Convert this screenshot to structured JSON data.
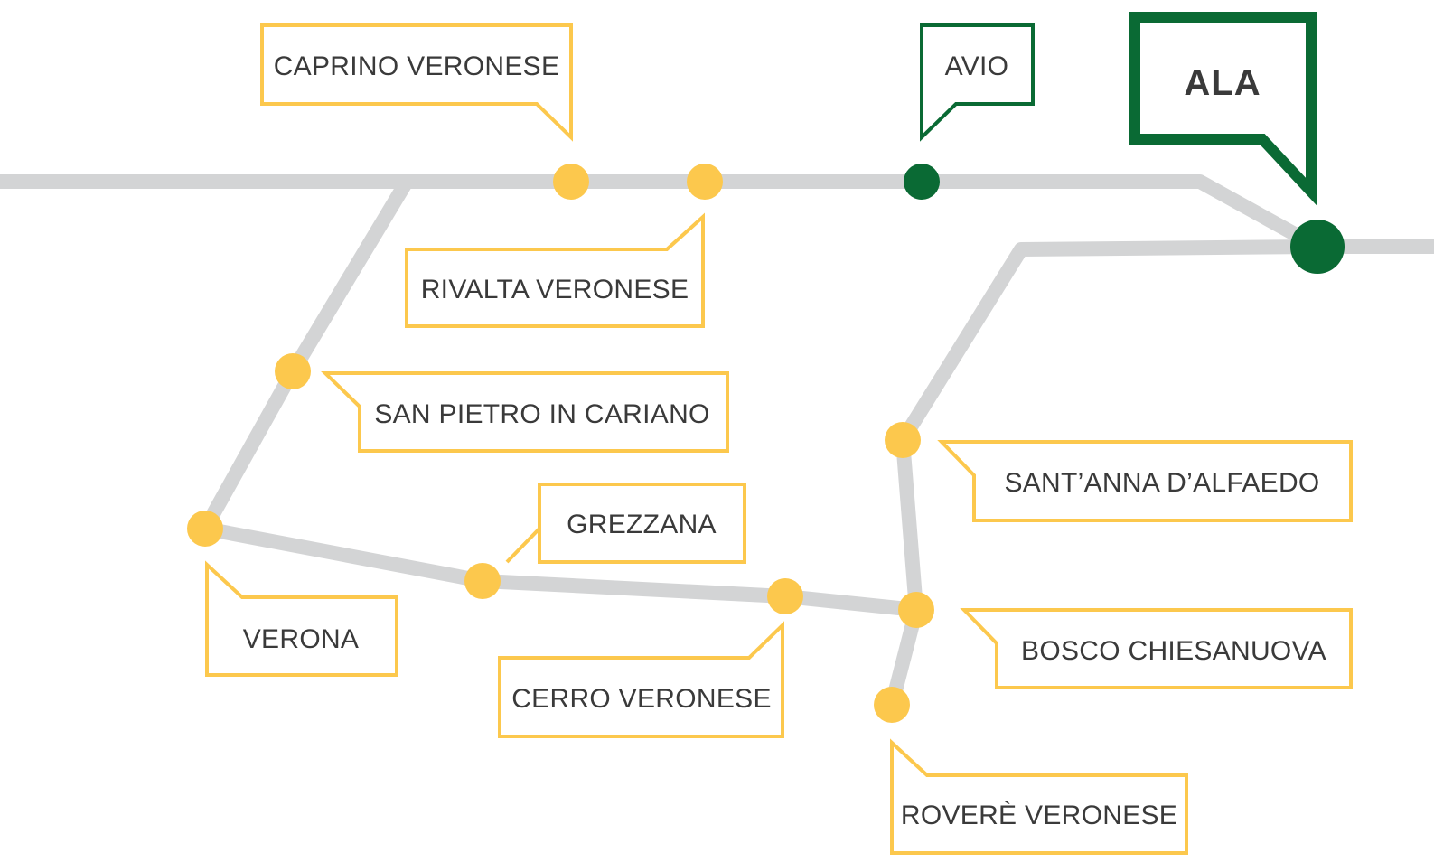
{
  "colors": {
    "route": "#d3d4d5",
    "stop": "#fcc84d",
    "stop_border": "#fcc84d",
    "highlight": "#0a6a34",
    "text": "#3a3a3a",
    "background": "#ffffff"
  },
  "stations": {
    "caprino": "CAPRINO VERONESE",
    "avio": "AVIO",
    "ala": "ALA",
    "rivalta": "RIVALTA VERONESE",
    "san_pietro": "SAN PIETRO IN CARIANO",
    "santanna": "SANT’ANNA D’ALFAEDO",
    "grezzana": "GREZZANA",
    "verona": "VERONA",
    "bosco": "BOSCO CHIESANUOVA",
    "cerro": "CERRO VERONESE",
    "rovere": "ROVERÈ VERONESE"
  }
}
